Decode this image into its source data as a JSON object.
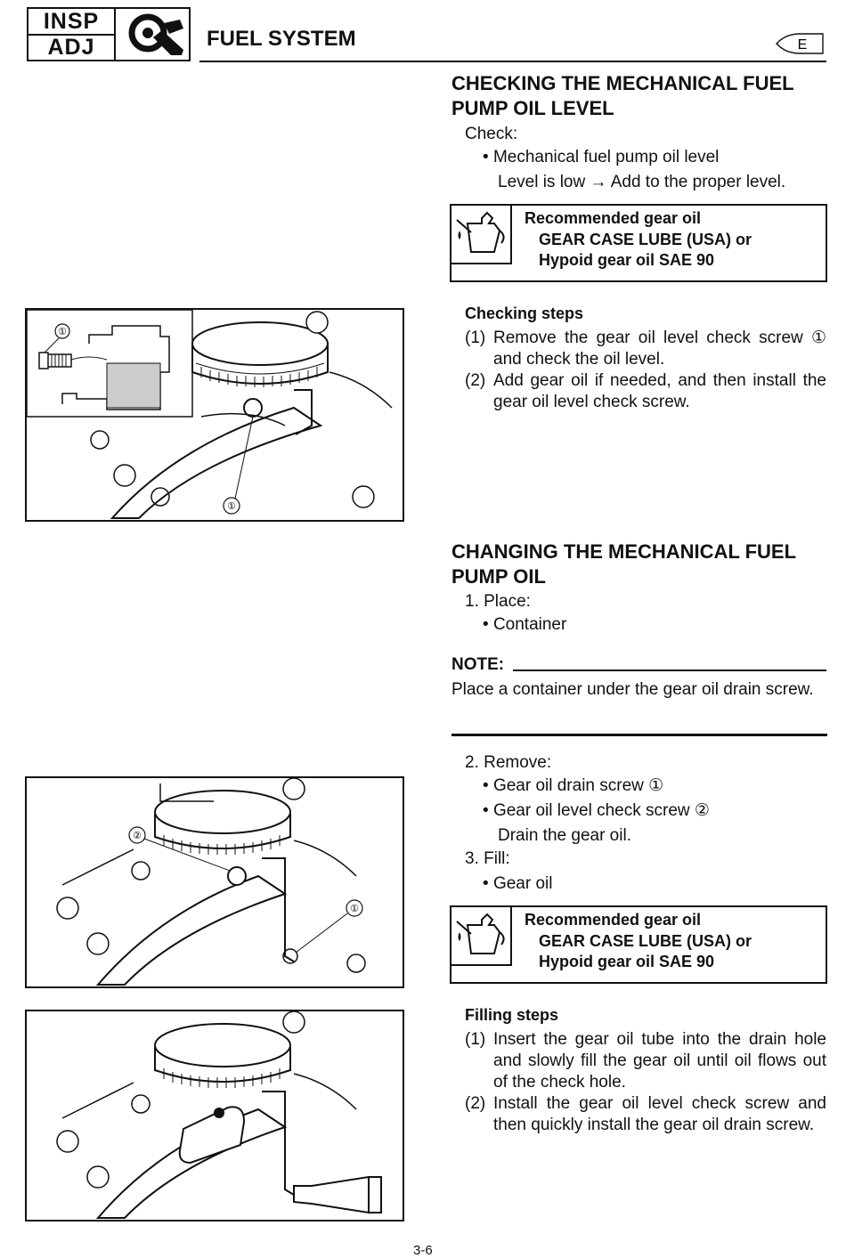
{
  "header": {
    "tab_top": "INSP",
    "tab_bottom": "ADJ",
    "section_title": "FUEL SYSTEM",
    "lang_badge": "E"
  },
  "checking": {
    "title_line1": "CHECKING THE MECHANICAL FUEL",
    "title_line2": "PUMP OIL LEVEL",
    "check_label": "Check:",
    "bullet": "Mechanical fuel pump oil level",
    "bullet_note": "Level is low → Add to the proper level.",
    "lube": {
      "line1": "Recommended gear oil",
      "line2": "GEAR CASE LUBE (USA) or",
      "line3": "Hypoid gear oil SAE 90"
    },
    "steps_title": "Checking steps",
    "steps": [
      {
        "num": "(1)",
        "text": "Remove the gear oil level check screw ① and check the oil level."
      },
      {
        "num": "(2)",
        "text": "Add gear oil if needed, and then install the gear oil level check screw."
      }
    ]
  },
  "changing": {
    "title_line1": "CHANGING THE MECHANICAL FUEL",
    "title_line2": "PUMP OIL",
    "step1_label": "1. Place:",
    "step1_bullet": "Container",
    "note_label": "NOTE:",
    "note_text": "Place a container under the gear oil drain screw.",
    "step2_label": "2. Remove:",
    "step2_bullet1": "Gear oil drain screw ①",
    "step2_bullet2": "Gear oil level check screw ②",
    "step2_note": "Drain the gear oil.",
    "step3_label": "3. Fill:",
    "step3_bullet": "Gear oil",
    "lube": {
      "line1": "Recommended gear oil",
      "line2": "GEAR CASE LUBE (USA) or",
      "line3": "Hypoid gear oil SAE 90"
    },
    "steps_title": "Filling steps",
    "steps": [
      {
        "num": "(1)",
        "text": "Insert the gear oil tube into the drain hole and slowly fill the gear oil until oil flows out of the check hole."
      },
      {
        "num": "(2)",
        "text": "Install the gear oil level check screw and then quickly install the gear oil drain screw."
      }
    ]
  },
  "figures": {
    "fig1_callouts": [
      "①",
      "①"
    ],
    "fig2_callouts": [
      "②",
      "①"
    ]
  },
  "footer": {
    "page_number": "3-6"
  },
  "icons": {
    "service_icon": "wrench-inspection-icon",
    "lube_icon": "oil-can-icon"
  }
}
